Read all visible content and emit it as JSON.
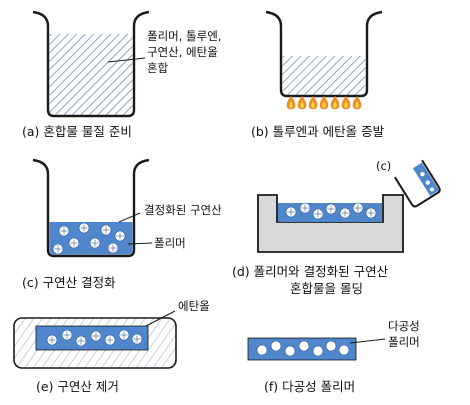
{
  "panels": {
    "a": {
      "caption": "(a) 혼합물 물질 준비",
      "note_lines": [
        "폴리머, 톨루엔,",
        "구연산, 에탄올",
        "혼합"
      ]
    },
    "b": {
      "caption": "(b) 톨루엔과 에탄올 증발"
    },
    "c": {
      "caption": "(c) 구연산 결정화",
      "label_crystal": "결정화된 구연산",
      "label_polymer": "폴리머"
    },
    "d": {
      "caption_lines": [
        "(d) 폴리머와 결정화된 구연산",
        "혼합물을 몰딩"
      ],
      "beaker_tag": "(c)"
    },
    "e": {
      "caption": "(e) 구연산 제거",
      "label_ethanol": "에탄올"
    },
    "f": {
      "caption": "(f) 다공성 폴리머",
      "label_lines": [
        "다공성",
        "폴리머"
      ]
    }
  },
  "colors": {
    "hatch": "#5a7fb0",
    "polymer_blue": "#4f86cc",
    "mold_gray": "#d9d9d9",
    "flame_outer": "#f08a24",
    "flame_inner": "#ffd34d",
    "outline": "#1a1a1a"
  }
}
